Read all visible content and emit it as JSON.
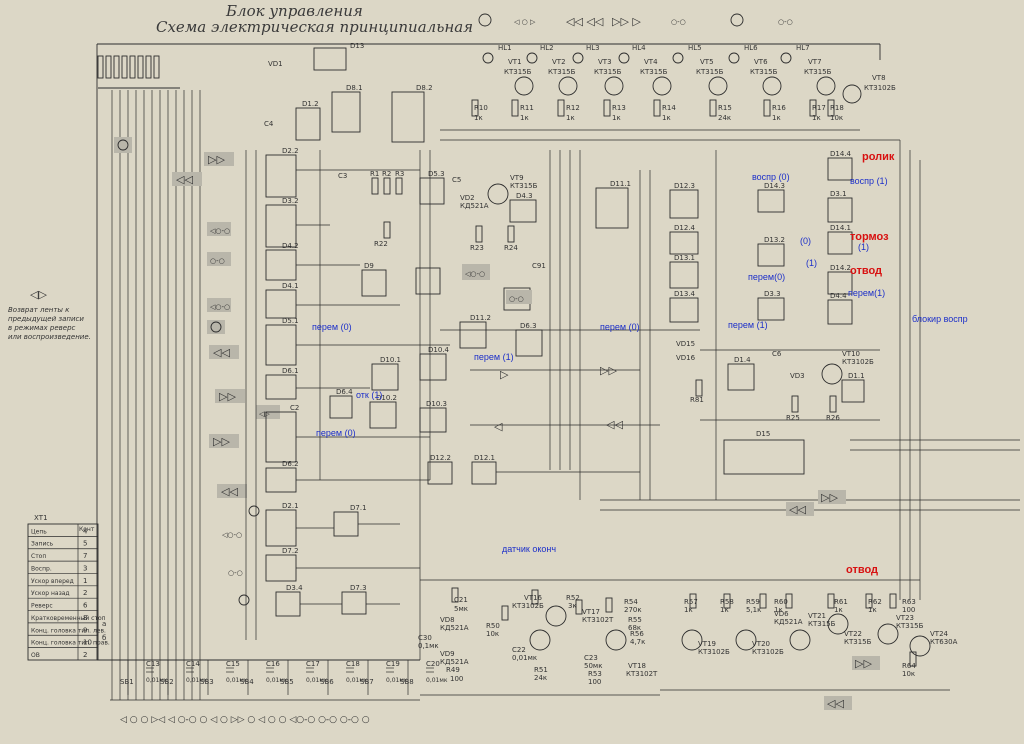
{
  "title": {
    "line1": "Блок управления",
    "line2": "Схема электрическая принципиальная"
  },
  "side_note": [
    "Возврат ленты к",
    "предыдущей записи",
    "в режимах реверс",
    "или воспроизведение."
  ],
  "lamps": [
    "HL1",
    "HL2",
    "HL3",
    "HL4",
    "HL5",
    "HL6",
    "HL7"
  ],
  "top_transistors": [
    {
      "ref": "VT1",
      "type": "КТ315Б"
    },
    {
      "ref": "VT2",
      "type": "КТ315Б"
    },
    {
      "ref": "VT3",
      "type": "КТ315Б"
    },
    {
      "ref": "VT4",
      "type": "КТ315Б"
    },
    {
      "ref": "VT5",
      "type": "КТ315Б"
    },
    {
      "ref": "VT6",
      "type": "КТ315Б"
    },
    {
      "ref": "VT7",
      "type": "КТ315Б"
    },
    {
      "ref": "VT8",
      "type": "КТ3102Б"
    }
  ],
  "top_resistors": [
    {
      "ref": "R10",
      "val": "1к"
    },
    {
      "ref": "R11",
      "val": "1к"
    },
    {
      "ref": "R12",
      "val": "1к"
    },
    {
      "ref": "R13",
      "val": "1к"
    },
    {
      "ref": "R14",
      "val": "1к"
    },
    {
      "ref": "R15",
      "val": "24к"
    },
    {
      "ref": "R16",
      "val": "1к"
    },
    {
      "ref": "R17",
      "val": "1к"
    },
    {
      "ref": "R18",
      "val": "10к"
    }
  ],
  "left_chips": [
    "D13",
    "VD1",
    "D8.1",
    "D8.2",
    "D1.2",
    "C4",
    "D2.2",
    "D3.2",
    "D4.2",
    "D4.1",
    "D5.1",
    "D6.1",
    "C2",
    "D6.2",
    "D2.1",
    "D7.1",
    "D7.2",
    "D7.3",
    "D3.4"
  ],
  "mid_chips": [
    "C3",
    "R1",
    "R2",
    "R3",
    "D5.3",
    "C5",
    "VT9",
    "КТ315Б",
    "VD2",
    "КД521А",
    "D4.3",
    "R22",
    "R23",
    "R24",
    "C91",
    "D9",
    "D11.1",
    "D11.2",
    "D6.3",
    "D10.1",
    "D10.4",
    "D6.4",
    "D10.2",
    "D10.3",
    "D12.2",
    "D12.1"
  ],
  "right_chips": [
    "D14.4",
    "D14.3",
    "D3.1",
    "D14.1",
    "D14.2",
    "D13.2",
    "D3.3",
    "D4.4",
    "D12.3",
    "D12.4",
    "D13.1",
    "D13.4",
    "VD15",
    "VD16",
    "R81",
    "D1.4",
    "C6",
    "VT10",
    "КТ3102Б",
    "VD3",
    "D1.1",
    "R25",
    "R26",
    "D15"
  ],
  "xt1": {
    "title": "ХТ1",
    "head": "Конт",
    "rows": [
      {
        "name": "Цепь",
        "pin": "4"
      },
      {
        "name": "Запись",
        "pin": "5"
      },
      {
        "name": "Стоп",
        "pin": "7"
      },
      {
        "name": "Воспр.",
        "pin": "3"
      },
      {
        "name": "Ускор вперед",
        "pin": "1"
      },
      {
        "name": "Ускор назад",
        "pin": "2"
      },
      {
        "name": "Реверс",
        "pin": "6"
      },
      {
        "name": "Кратковременный стоп",
        "pin": "8"
      },
      {
        "name": "Конц. головка тип. лев.",
        "pin": "9"
      },
      {
        "name": "Конц. головка тип. прав.",
        "pin": "10"
      },
      {
        "name": "ОВ",
        "pin": "2"
      }
    ],
    "side_a": "а",
    "side_b": "б"
  },
  "bottom_switches": [
    "SB1",
    "SB2",
    "SB3",
    "SB4",
    "SB5",
    "SB6",
    "SB7",
    "SB8"
  ],
  "bottom_caps": [
    {
      "ref": "C13",
      "val": "0,01мк"
    },
    {
      "ref": "C14",
      "val": "0,01мк"
    },
    {
      "ref": "C15",
      "val": "0,01мк"
    },
    {
      "ref": "C16",
      "val": "0,01мк"
    },
    {
      "ref": "C17",
      "val": "0,01мк"
    },
    {
      "ref": "C18",
      "val": "0,01мк"
    },
    {
      "ref": "C19",
      "val": "0,01мк"
    },
    {
      "ref": "C20",
      "val": "0,01мк"
    }
  ],
  "bottom_mid": [
    "C21",
    "5мк",
    "VD8",
    "КД521А",
    "R49",
    "100",
    "C30",
    "0,1мк",
    "VD9",
    "КД521А",
    "R50",
    "10к",
    "VT16",
    "КТ3102Б",
    "C22",
    "0,01мк",
    "R51",
    "24к",
    "R52",
    "3к",
    "VT17",
    "КТ3102Т",
    "C23",
    "50мк",
    "R53",
    "100",
    "R54",
    "270к",
    "R55",
    "68к",
    "R56",
    "4,7к",
    "VT18",
    "КТ3102Т"
  ],
  "bottom_right": [
    {
      "ref": "R57",
      "val": "1к"
    },
    {
      "ref": "R58",
      "val": "1к"
    },
    {
      "ref": "R59",
      "val": "5,1к"
    },
    {
      "ref": "R60",
      "val": "1к"
    },
    {
      "ref": "R61",
      "val": "1к"
    },
    {
      "ref": "R62",
      "val": "1к"
    },
    {
      "ref": "R63",
      "val": "100"
    },
    {
      "ref": "R64",
      "val": "10к"
    },
    {
      "ref": "VD6",
      "val": "КД521А"
    },
    {
      "ref": "VT19",
      "val": "КТ3102Б"
    },
    {
      "ref": "VT20",
      "val": "КТ3102Б"
    },
    {
      "ref": "VT21",
      "val": "КТ315Б"
    },
    {
      "ref": "VT22",
      "val": "КТ315Б"
    },
    {
      "ref": "VT23",
      "val": "КТ315Б"
    },
    {
      "ref": "VT24",
      "val": "КТ630А"
    }
  ],
  "annotations": {
    "rolik": "ролик",
    "tormoz": "тормоз",
    "otvod": "отвод",
    "otvod2": "отвод",
    "vospr0": "воспр (0)",
    "vospr1": "воспр (1)",
    "blokir": "блокир воспр",
    "perem0_a": "перем (0)",
    "perem0_b": "перем (0)",
    "perem0_c": "перем (0)",
    "perem1_a": "перем (1)",
    "perem1_b": "перем (1)",
    "perem1_c": "перем(1)",
    "perem0_d": "перем(0)",
    "otk1": "отк (1)",
    "one_a": "(1)",
    "zero_a": "(0)",
    "one_b": "(1)",
    "datchik": "датчик оконч"
  },
  "colors": {
    "paper": "#dcd7c6",
    "ink": "#2d2d2d",
    "anno_blue": "#1c2fc9",
    "anno_red": "#d81010"
  }
}
